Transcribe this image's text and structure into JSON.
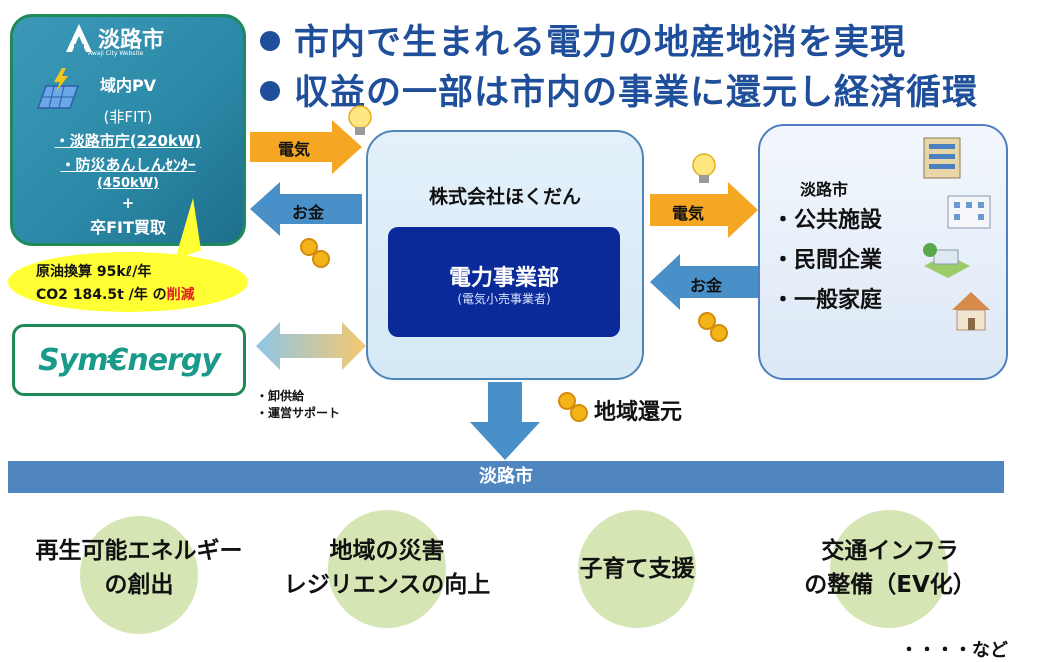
{
  "headline": {
    "line1": "市内で生まれる電力の地産地消を実現",
    "line2": "収益の一部は市内の事業に還元し経済循環"
  },
  "left_box": {
    "logo_text": "淡路市",
    "logo_sub": "Awaji City Website",
    "pv_label": "域内PV",
    "nonfit": "(非FIT)",
    "item1": "・淡路市庁(220kW)",
    "item2": "・防災あんしんｾﾝﾀｰ",
    "item2_sub": "(450kW)",
    "plus": "+",
    "item3": "卒FIT買取"
  },
  "callout": {
    "line1": "原油換算 95kℓ/年",
    "line2_prefix": "CO2 184.5t /年 の",
    "line2_highlight": "削減",
    "highlight_color": "#e02020"
  },
  "symenergy": {
    "logo": "Sym€nergy"
  },
  "supply_notes": {
    "line1": "・卸供給",
    "line2": "・運営サポート"
  },
  "arrows": {
    "left_top": "電気",
    "left_bottom": "お金",
    "right_top": "電気",
    "right_bottom": "お金"
  },
  "center": {
    "company": "株式会社ほくだん",
    "dept": "電力事業部",
    "dept_sub": "(電気小売事業者)"
  },
  "right_box": {
    "title": "淡路市",
    "items": [
      "・公共施設",
      "・民間企業",
      "・一般家庭"
    ]
  },
  "return_label": "地域還元",
  "banner": "淡路市",
  "circles": [
    {
      "line1": "再生可能エネルギー",
      "line2": "の創出"
    },
    {
      "line1": "地域の災害",
      "line2": "レジリエンスの向上"
    },
    {
      "line1": "子育て支援",
      "line2": ""
    },
    {
      "line1": "交通インフラ",
      "line2": "の整備（EV化）"
    }
  ],
  "etc": "・・・・など",
  "colors": {
    "headline": "#1f4e9a",
    "orange_arrow": "#f5a623",
    "blue_arrow": "#4a90c8",
    "circle_fill": "#d5e5b4",
    "inner_box": "#0b2a9a"
  }
}
